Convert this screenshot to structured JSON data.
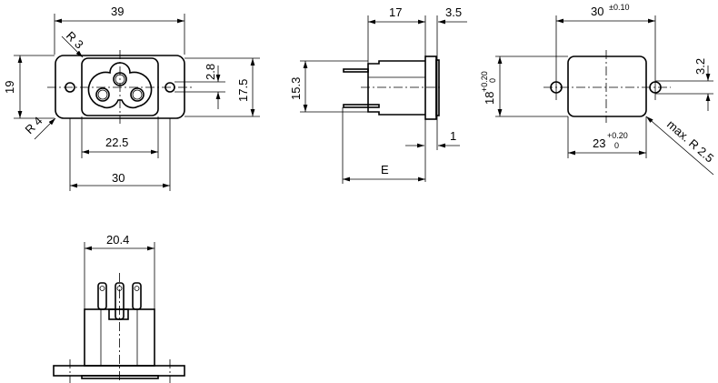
{
  "front_view": {
    "width": "39",
    "height": "19",
    "radius_top": "R 3",
    "radius_bottom": "R 4",
    "hole_offset": "2.8",
    "inner_height": "17.5",
    "inner_width": "22.5",
    "hole_pitch": "30"
  },
  "side_view": {
    "depth": "17",
    "flange": "3.5",
    "height": "15.3",
    "plate": "1",
    "overall": "E"
  },
  "cutout_view": {
    "hole_pitch": "30",
    "hole_pitch_tol": "±0.10",
    "height": "18",
    "height_tol_upper": "+0.20",
    "height_tol_lower": "0",
    "width": "23",
    "width_tol_upper": "+0.20",
    "width_tol_lower": "0",
    "hole_dia": "3.2",
    "corner_radius": "max. R 2.5"
  },
  "bottom_view": {
    "width": "20.4"
  }
}
